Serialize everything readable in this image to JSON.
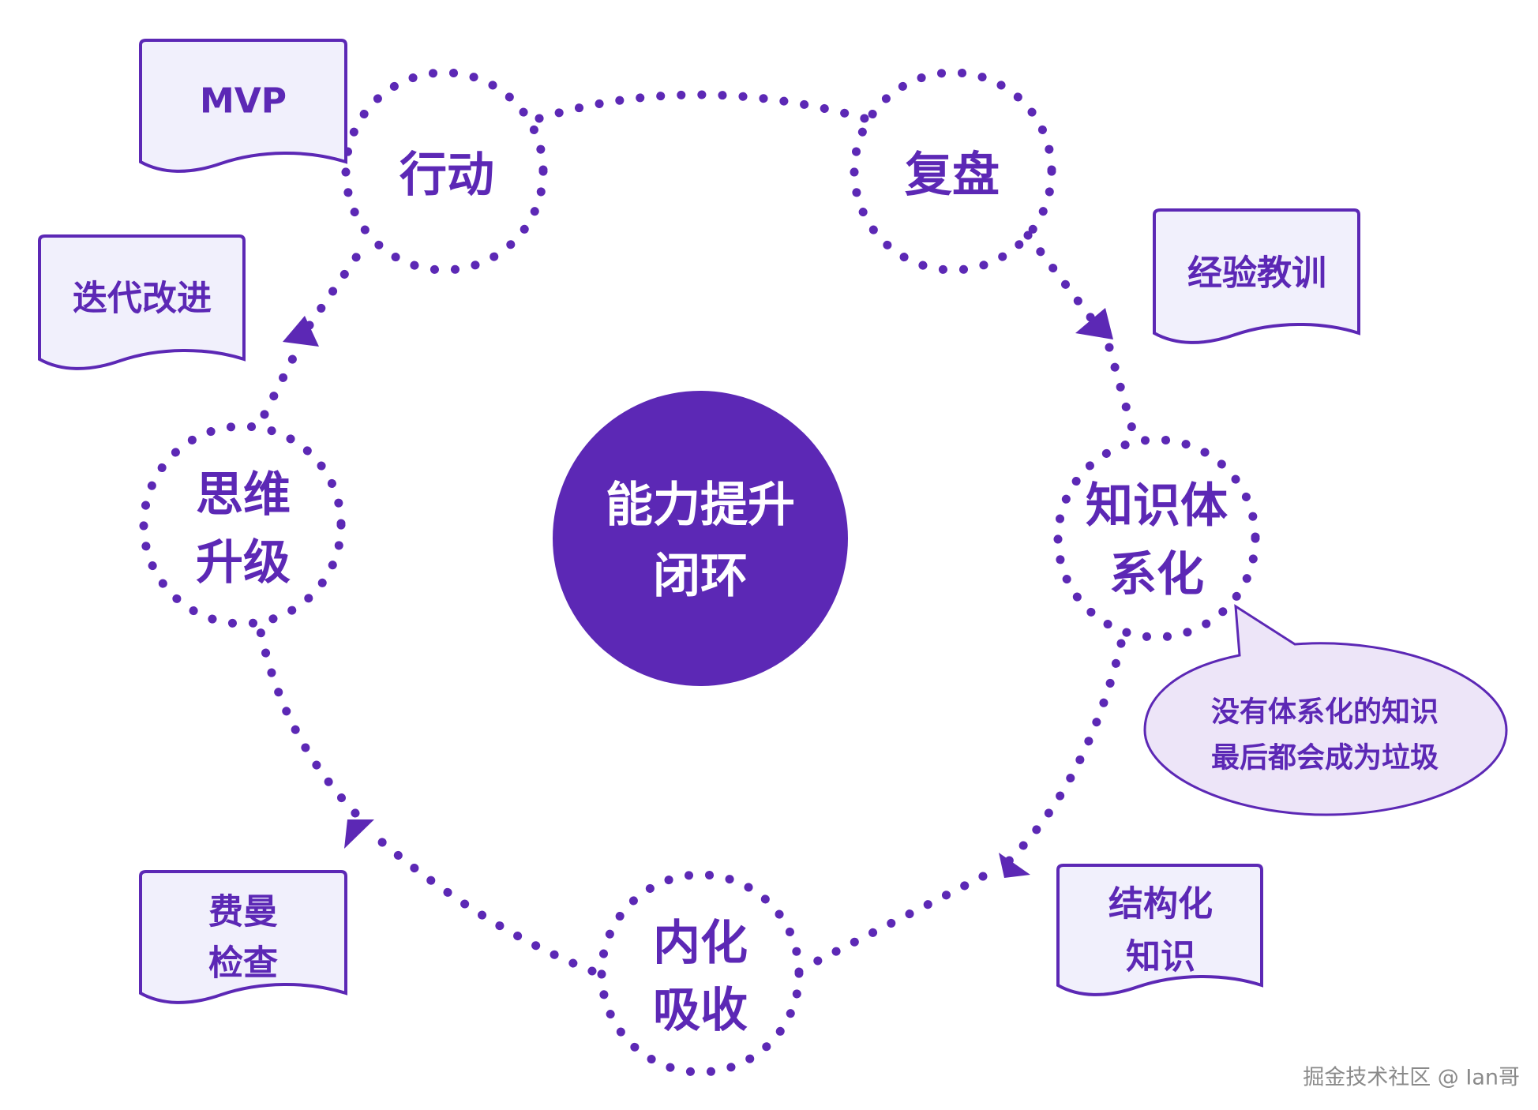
{
  "center": {
    "line1": "能力提升",
    "line2": "闭环"
  },
  "nodes": {
    "action": "行动",
    "review": "复盘",
    "systematize": {
      "line1": "知识体",
      "line2": "系化"
    },
    "internalize": {
      "line1": "内化",
      "line2": "吸收"
    },
    "mindset": {
      "line1": "思维",
      "line2": "升级"
    }
  },
  "notes": {
    "mvp": "MVP",
    "iterate": "迭代改进",
    "lessons": "经验教训",
    "structured": {
      "line1": "结构化",
      "line2": "知识"
    },
    "feynman": {
      "line1": "费曼",
      "line2": "检查"
    }
  },
  "callout": {
    "line1": "没有体系化的知识",
    "line2": "最后都会成为垃圾"
  },
  "watermark": "掘金技术社区 @ Ian哥",
  "colors": {
    "primary": "#5c28b5",
    "center_fill": "#5c28b5",
    "note_fill": "#f1f0fc",
    "callout_fill": "#ede5f8",
    "background": "#ffffff"
  }
}
